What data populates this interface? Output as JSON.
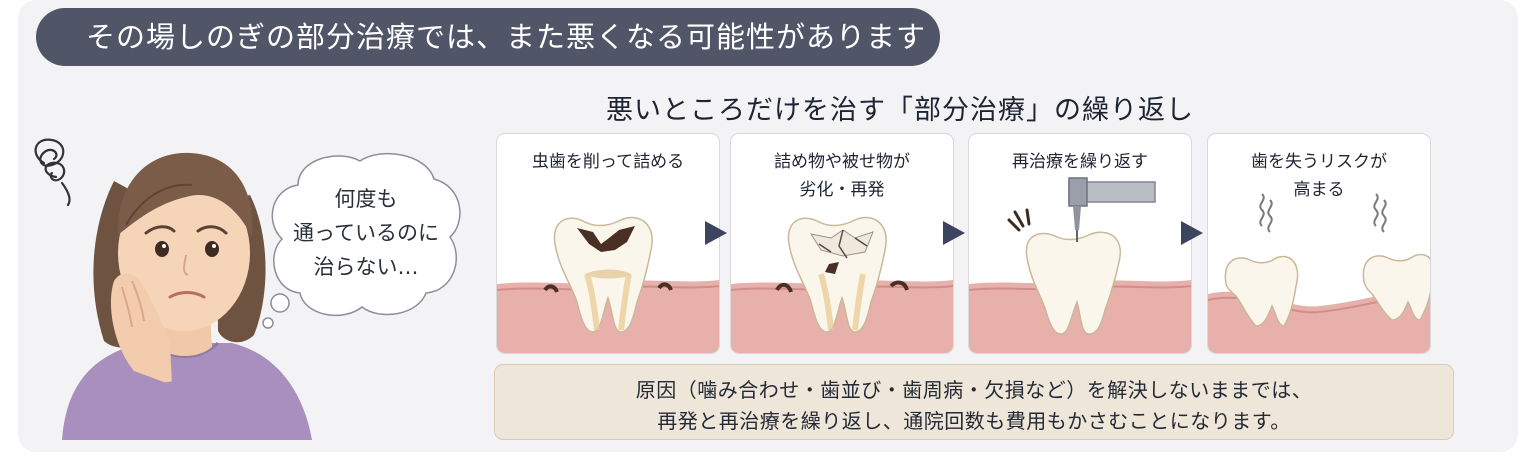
{
  "banner": {
    "title": "その場しのぎの部分治療では、また悪くなる可能性があります"
  },
  "bubble": {
    "lines": [
      "何度も",
      "通っているのに",
      "治らない…"
    ]
  },
  "subtitle": "悪いところだけを治す「部分治療」の繰り返し",
  "steps": [
    {
      "label": "虫歯を削って詰める",
      "icon": "filled-tooth-icon"
    },
    {
      "label": "詰め物や被せ物が\n劣化・再発",
      "icon": "cracked-tooth-icon"
    },
    {
      "label": "再治療を繰り返す",
      "icon": "dental-drill-icon"
    },
    {
      "label": "歯を失うリスクが\n高まる",
      "icon": "missing-tooth-icon"
    }
  ],
  "note": {
    "line1": "原因（噛み合わせ・歯並び・歯周病・欠損など）を解決しないままでは、",
    "line2": "再発と再治療を繰り返し、通院回数も費用もかさむことになります。"
  },
  "colors": {
    "banner": "#505668",
    "gum": "#e8b0ab",
    "tooth": "#fbf6ec",
    "decay": "#4a3024",
    "note_bg": "#eee6d8",
    "arrow": "#3d4460"
  }
}
